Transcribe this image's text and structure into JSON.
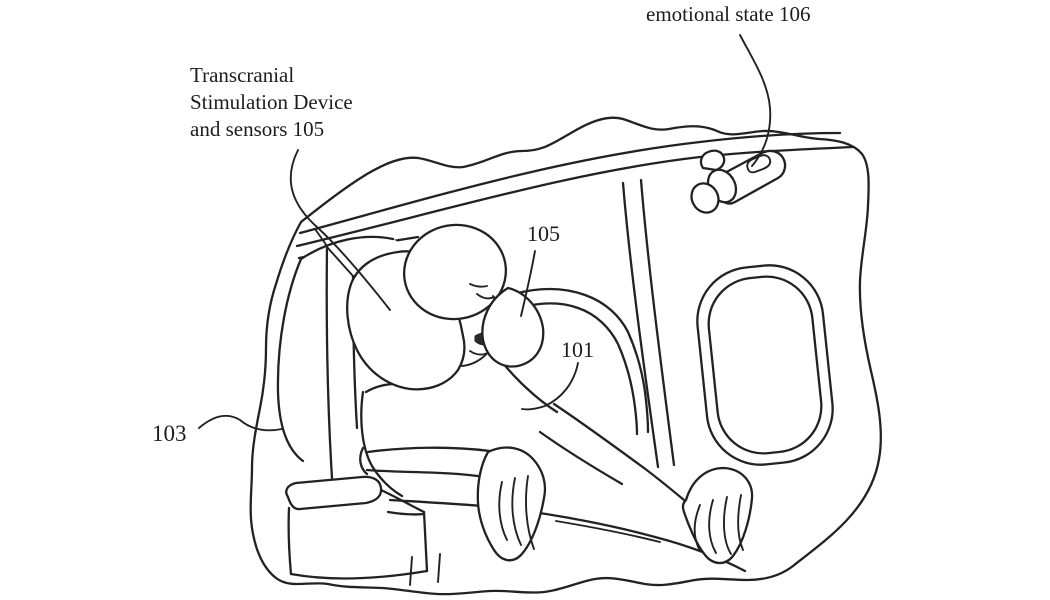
{
  "figure": {
    "background_color": "#ffffff",
    "ink_color": "#222222",
    "callouts": {
      "tsd": {
        "lines": [
          "Transcranial",
          "Stimulation Device",
          "and sensors 105"
        ]
      },
      "emotional": {
        "text": "emotional state 106"
      },
      "ref_105": {
        "text": "105"
      },
      "ref_101": {
        "text": "101"
      },
      "ref_103": {
        "text": "103"
      }
    },
    "parts": {
      "cabin_outline": "torn-edge cabin cutout (103)",
      "passenger": "reclined passenger (101)",
      "neck_device": "transcranial stimulation neck device with sensors (105)",
      "ceiling_camera": "emotional-state sensing camera (106)",
      "windows": "cabin windows",
      "seat": "seat with armrest"
    }
  }
}
